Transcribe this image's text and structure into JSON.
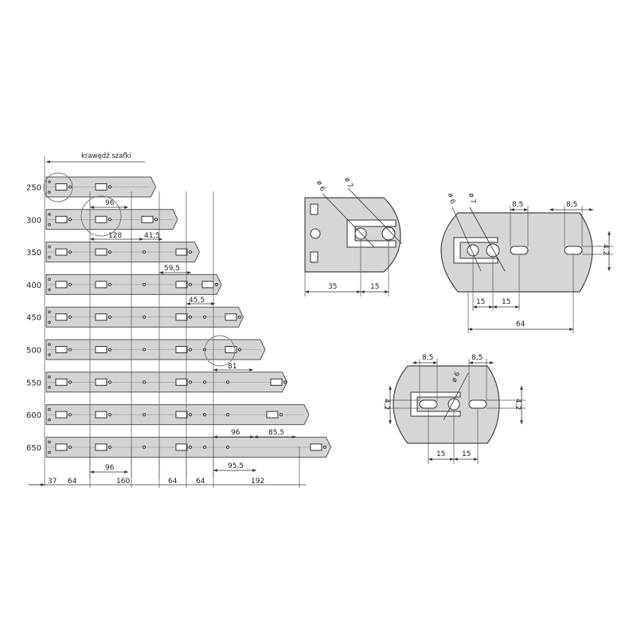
{
  "edge_label": "krawędź szafki",
  "rails": [
    {
      "length": "250",
      "holes": [
        0,
        50
      ]
    },
    {
      "length": "300",
      "holes": [
        0,
        50,
        108
      ]
    },
    {
      "length": "350",
      "holes": [
        0,
        50,
        108,
        151
      ]
    },
    {
      "length": "400",
      "holes": [
        0,
        50,
        108,
        151,
        184
      ]
    },
    {
      "length": "450",
      "holes": [
        0,
        50,
        108,
        151,
        184,
        213
      ]
    },
    {
      "length": "500",
      "holes": [
        0,
        50,
        108,
        151,
        184,
        213
      ]
    },
    {
      "length": "550",
      "holes": [
        0,
        50,
        108,
        151,
        184,
        213,
        270
      ]
    },
    {
      "length": "600",
      "holes": [
        0,
        50,
        108,
        151,
        184,
        213,
        265
      ]
    },
    {
      "length": "650",
      "holes": [
        0,
        50,
        108,
        151,
        184,
        213,
        320
      ]
    }
  ],
  "rail_dims": {
    "d_96_top": "96",
    "d_128": "128",
    "d_41_5": "41,5",
    "d_59_5": "59,5",
    "d_45_5": "45,5",
    "d_81": "81",
    "d_96_600": "96",
    "d_85_5": "85,5",
    "d_96_650": "96",
    "d_95_5": "95,5"
  },
  "bottom_dims": {
    "d_37": "37",
    "d_64a": "64",
    "d_160": "160",
    "d_64b": "64",
    "d_64c": "64",
    "d_192": "192"
  },
  "detail1": {
    "d_phi6": "ø 6",
    "d_phi7": "ø 7",
    "d_35": "35",
    "d_15": "15"
  },
  "detail2": {
    "d_phi6": "ø 6",
    "d_phi7": "ø 7",
    "d_8_5a": "8,5",
    "d_8_5b": "8,5",
    "d_4_2": "4,2",
    "d_15a": "15",
    "d_15b": "15",
    "d_64": "64"
  },
  "detail3": {
    "d_8_5a": "8,5",
    "d_8_5b": "8,5",
    "d_phi6": "ø 6",
    "d_4_2a": "4,2",
    "d_4_2b": "4,2",
    "d_15a": "15",
    "d_15b": "15"
  }
}
